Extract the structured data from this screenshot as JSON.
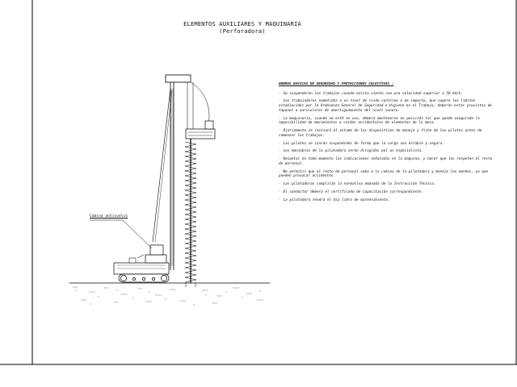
{
  "title": {
    "line1": "ELEMENTOS AUXILIARES Y MAQUINARIA",
    "line2": "(Perforadora)"
  },
  "callout": {
    "label": "Cabina antivuelco"
  },
  "norms": {
    "heading": "NORMAS BASICAS DE SEGURIDAD Y PROTECCIONES COLECTIVAS :",
    "bullet": "-",
    "items": [
      "Se suspenderán los trabajos cuando exista viento con una velocidad superior a 50 km/h.",
      "Los trabajadores sometidos a un nivel de ruido continuo o de impacto, que supere los límites establecidos por la Ordenanza General de Seguridad e Higiene en el Trabajo, deberán estar provistos de tapones o auriculares de amortiguamiento del nivel sonoro.",
      "La maquinaria, cuando no esté en uso, deberá mantenerse en posición tal que quede asegurada la imposibilidad de movimientos o caídas accidentales de elementos de la mesa.",
      "Diariamente se revisará el estado de los dispositivos de manejo y ficha de los pilotes antes de comenzar los trabajos.",
      "Las pilotes se izarán suspendidos de forma que la carga sea estable y segura.",
      "Los maniobras de la pilotadora serán dirigidas por un especialista.",
      "Respetar en todo momento las indicaciones señaladas en la máquina, y hacer que los respeten el resto de personal.",
      "No permitir que el resto de personal suba a la cabina de la pilotadora y maneje los mandos, ya que pueden provocar accidentes.",
      "Las pilotadoras cumplirán la normativa emanada de la Instrucción Técnica.",
      "El conductor deberá el certificado de capacitación correspondiente.",
      "La pilotadora tendrá el día libro de mantenimiento."
    ]
  }
}
